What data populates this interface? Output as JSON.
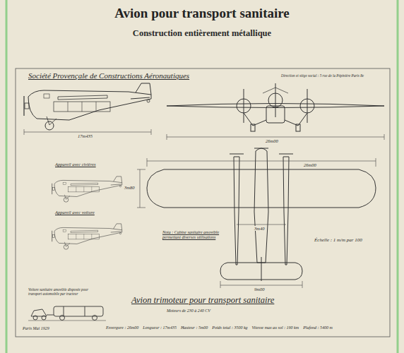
{
  "diagram": {
    "title": "Avion pour transport sanitaire",
    "labels": [
      "Construction entièrement métallique",
      "Société Provençale de Constructions Aéronautiques",
      "Direction et siège social : 5 rue de la Pépinière Paris 8e",
      "17m435",
      "26m00",
      "Appareil avec civières",
      "Appareil avec voiture",
      "Nota : Cabine sanitaire amovible permettant diverses utilisations",
      "Échelle : 1 m/m par 100",
      "Voiture sanitaire amovible disposée pour transport automobile par tracteur",
      "Avion trimoteur pour transport sanitaire",
      "Moteurs de 230 à 240 CV",
      "Paris Mai 1929",
      "Envergure : 26m00",
      "Longueur : 17m435",
      "Hauteur : 5m00",
      "Poids total : 3500 kg",
      "Vitesse max au sol : 190 km",
      "Plafond : 5400 m",
      "26m00",
      "3m80",
      "9m00",
      "3m40"
    ]
  }
}
